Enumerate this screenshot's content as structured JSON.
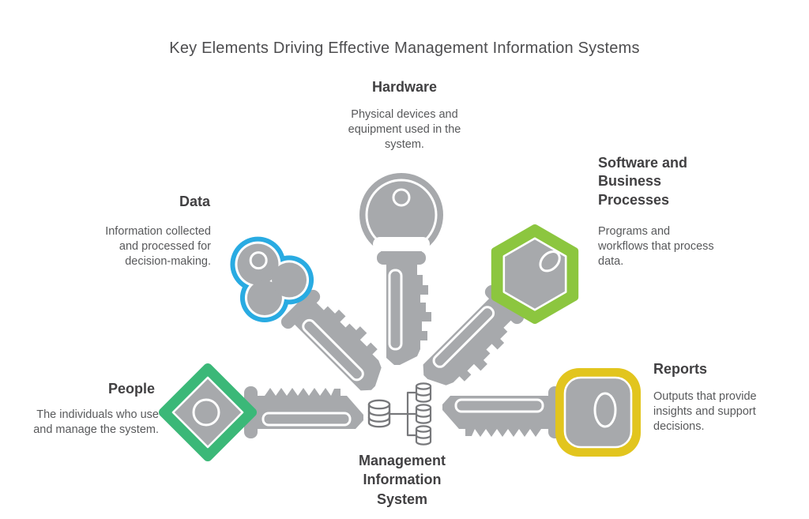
{
  "title": "Key Elements Driving Effective Management Information Systems",
  "colors": {
    "blue": "#29ABE2",
    "lime": "#8CC63F",
    "green": "#3BB878",
    "yellow": "#E2C51E",
    "key_gray": "#A7A9AC",
    "heading_text": "#414042",
    "body_text": "#58595B",
    "title_text": "#4D4D4F",
    "icon_stroke": "#77787B"
  },
  "sections": {
    "hardware": {
      "title": "Hardware",
      "desc": "Physical devices and\nequipment used in the\nsystem.",
      "icon": "key-icon"
    },
    "data": {
      "title": "Data",
      "desc": "Information collected\nand processed for\ndecision-making.",
      "icon": "key-icon"
    },
    "software": {
      "title": "Software and\nBusiness\nProcesses",
      "desc": "Programs and\nworkflows that process\ndata.",
      "icon": "key-icon"
    },
    "people": {
      "title": "People",
      "desc": "The individuals who use\nand manage the system.",
      "icon": "key-icon"
    },
    "reports": {
      "title": "Reports",
      "desc": "Outputs that provide\ninsights and support\ndecisions.",
      "icon": "key-icon"
    }
  },
  "center": {
    "label": "Management\nInformation\nSystem",
    "icon": "database-network-icon"
  }
}
